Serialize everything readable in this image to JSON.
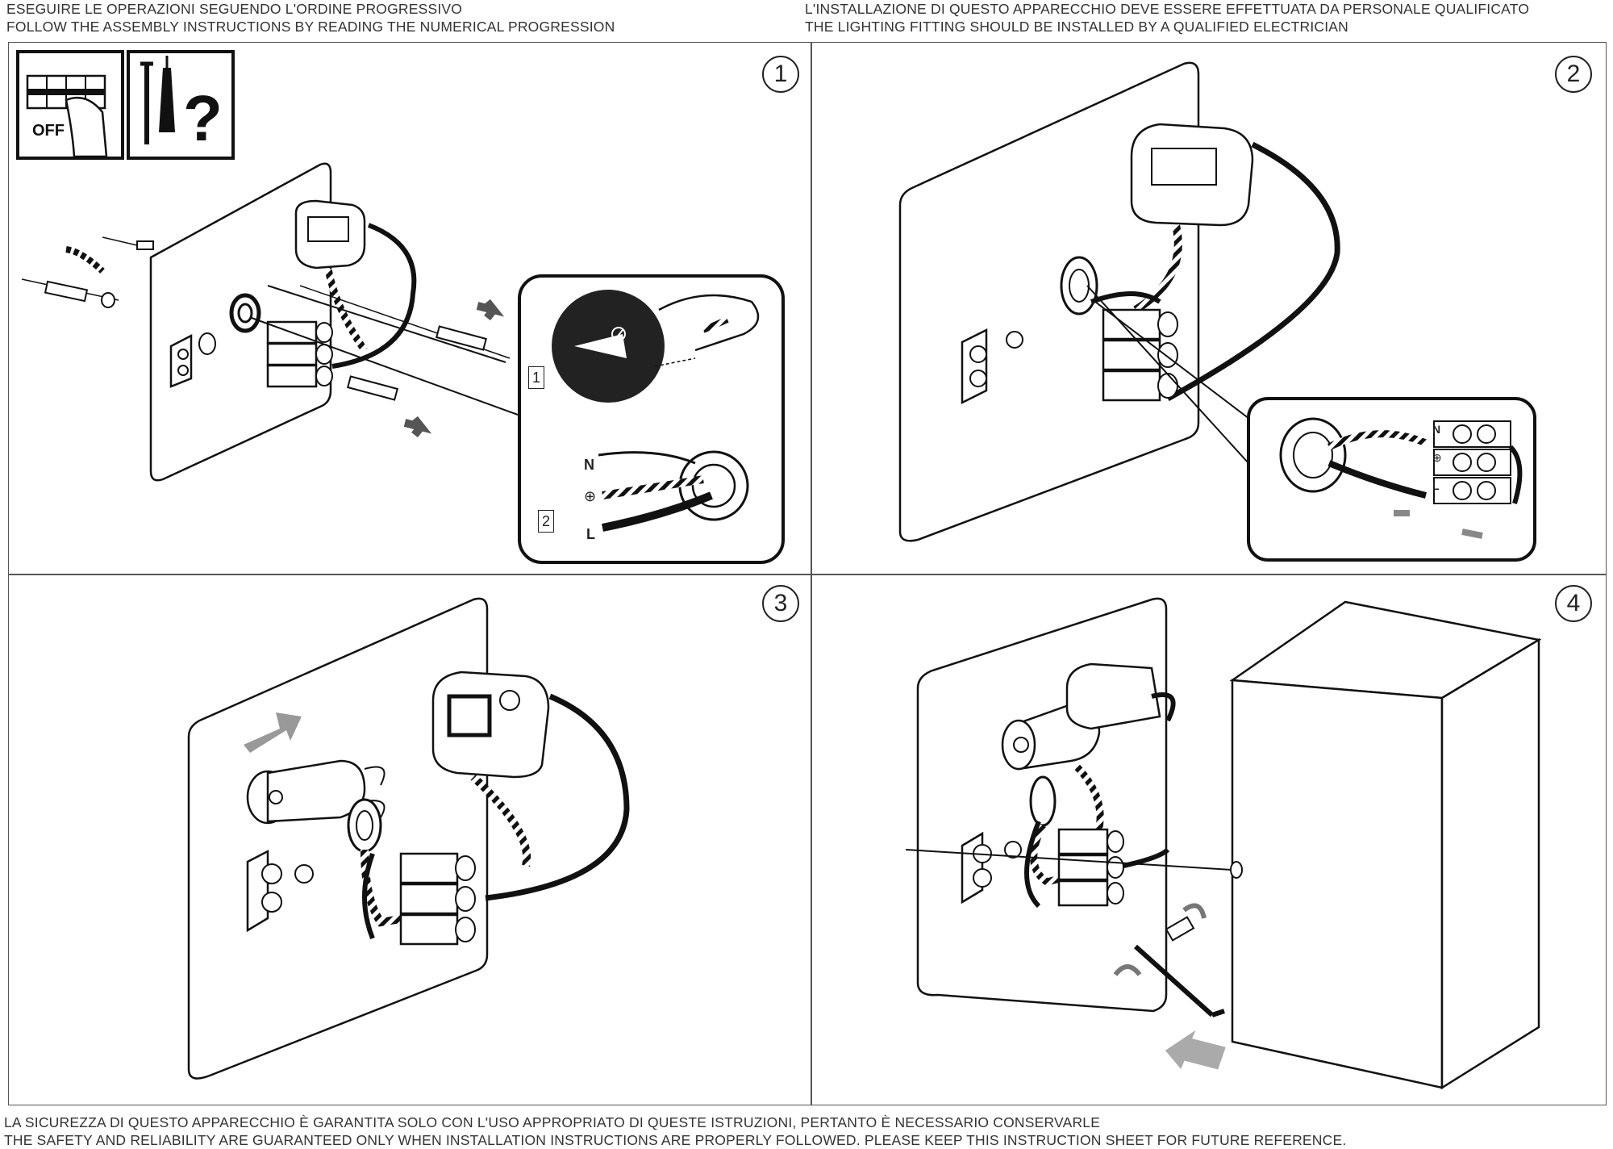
{
  "header": {
    "left_line1": "ESEGUIRE LE OPERAZIONI SEGUENDO L'ORDINE PROGRESSIVO",
    "left_line2": "FOLLOW THE ASSEMBLY INSTRUCTIONS BY READING THE NUMERICAL PROGRESSION",
    "right_line1": "L'INSTALLAZIONE DI QUESTO APPARECCHIO DEVE ESSERE EFFETTUATA DA PERSONALE QUALIFICATO",
    "right_line2": "THE LIGHTING FITTING SHOULD BE INSTALLED BY A QUALIFIED ELECTRICIAN"
  },
  "footer": {
    "line1": "LA SICUREZZA DI QUESTO APPARECCHIO È GARANTITA SOLO CON L'USO APPROPRIATO DI QUESTE ISTRUZIONI, PERTANTO È NECESSARIO CONSERVARLE",
    "line2": "THE SAFETY AND RELIABILITY ARE GUARANTEED ONLY WHEN INSTALLATION INSTRUCTIONS ARE PROPERLY FOLLOWED. PLEASE KEEP THIS INSTRUCTION SHEET FOR FUTURE REFERENCE."
  },
  "steps": [
    "1",
    "2",
    "3",
    "4"
  ],
  "step1": {
    "switch_label": "OFF",
    "question_mark": "?",
    "substep_labels": [
      "1",
      "2"
    ],
    "wire_labels": {
      "neutral": "N",
      "earth": "⊕",
      "live": "L"
    }
  },
  "step2": {
    "terminal_labels": [
      "N",
      "⊕",
      "L"
    ]
  },
  "icons": [
    "power-switch-off-icon",
    "screws-and-plugs-icon",
    "arrow-icon",
    "cutter-icon",
    "screwdriver-rotate-icon",
    "allen-key-icon"
  ]
}
